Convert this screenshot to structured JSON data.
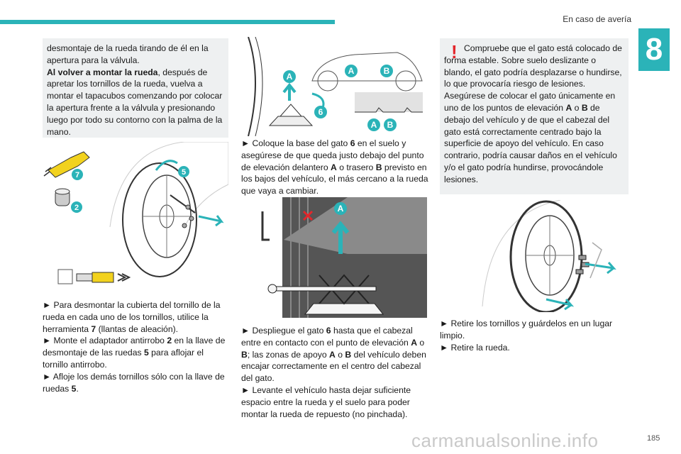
{
  "header": {
    "section": "En caso de avería",
    "chapter": "8"
  },
  "col1": {
    "box_line1": "desmontaje de la rueda tirando de él en la apertura para la válvula.",
    "box_bold": "Al volver a montar la rueda",
    "box_rest": ", después de apretar los tornillos de la rueda, vuelva a montar el tapacubos comenzando por colocar la apertura frente a la válvula y presionando luego por todo su contorno con la palma de la mano.",
    "fig_labels": [
      "7",
      "2",
      "5"
    ],
    "p1_pre": "► Para desmontar la cubierta del tornillo de la rueda en cada uno de los tornillos, utilice la herramienta ",
    "p1_b": "7",
    "p1_post": " (llantas de aleación).",
    "p2_pre": "► Monte el adaptador antirrobo ",
    "p2_b": "2",
    "p2_post": " en la llave de desmontaje de las ruedas ",
    "p2_b2": "5",
    "p2_post2": " para aflojar el tornillo antirrobo.",
    "p3_pre": "► Afloje los demás tornillos sólo con la llave de ruedas ",
    "p3_b": "5",
    "p3_post": "."
  },
  "col2": {
    "fig_labels": [
      "A",
      "A",
      "B",
      "6",
      "A",
      "B"
    ],
    "p1_pre": "► Coloque la base del gato ",
    "p1_b": "6",
    "p1_mid": " en el suelo y asegúrese de que queda justo debajo del punto de elevación delantero ",
    "p1_b2": "A",
    "p1_mid2": " o trasero ",
    "p1_b3": "B",
    "p1_post": " previsto en los bajos del vehículo, el más cercano a la rueda que vaya a cambiar.",
    "fig2_label": "A",
    "p2_pre": "► Despliegue el gato ",
    "p2_b": "6",
    "p2_mid": " hasta que el cabezal entre en contacto con el punto de elevación ",
    "p2_b2": "A",
    "p2_mid2": " o ",
    "p2_b3": "B",
    "p2_mid3": "; las zonas de apoyo ",
    "p2_b4": "A",
    "p2_mid4": " o ",
    "p2_b5": "B",
    "p2_post": " del vehículo deben encajar correctamente en el centro del cabezal del gato.",
    "p3": "► Levante el vehículo hasta dejar suficiente espacio entre la rueda y el suelo para poder montar la rueda de repuesto (no pinchada)."
  },
  "col3": {
    "warn1": "Compruebe que el gato está colocado de forma estable. Sobre suelo deslizante o blando, el gato podría desplazarse o hundirse, lo que provocaría riesgo de lesiones.",
    "warn2_pre": "Asegúrese de colocar el gato únicamente en uno de los puntos de elevación ",
    "warn2_b": "A",
    "warn2_mid": " o ",
    "warn2_b2": "B",
    "warn2_post": " de debajo del vehículo y de que el cabezal del gato está correctamente centrado bajo la superficie de apoyo del vehículo. En caso contrario, podría causar daños en el vehículo y/o el gato podría hundirse, provocándole lesiones.",
    "p1": "► Retire los tornillos y guárdelos en un lugar limpio.",
    "p2": "► Retire la rueda."
  },
  "footer": {
    "page": "185",
    "watermark": "carmanualsonline.info"
  },
  "colors": {
    "accent": "#2bb3b8",
    "warning": "#e3262b",
    "box": "#eef0f1"
  }
}
